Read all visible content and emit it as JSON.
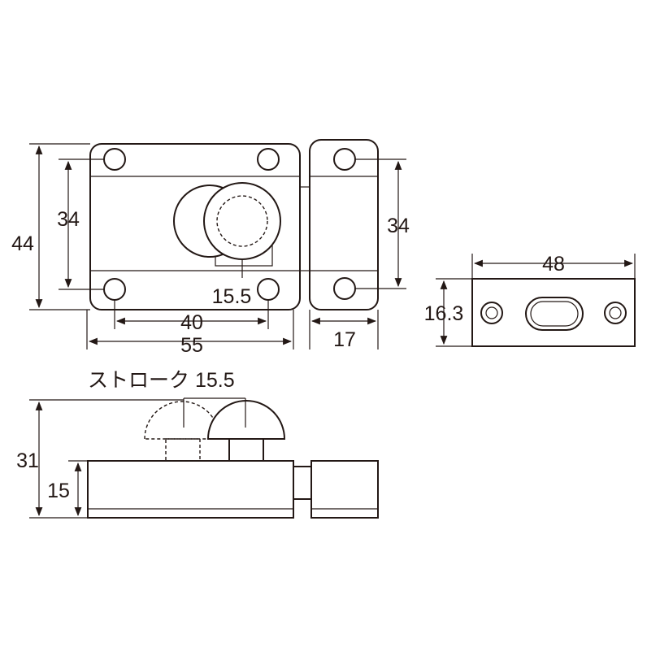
{
  "front_view": {
    "dims": {
      "height_overall": "44",
      "hole_pitch_vertical_left": "34",
      "bolt_offset": "15.5",
      "hole_pitch_horizontal": "40",
      "width_overall": "55"
    }
  },
  "strike_side": {
    "dims": {
      "hole_pitch_vertical": "34",
      "width": "17"
    }
  },
  "strike_plate": {
    "dims": {
      "length": "48",
      "height": "16.3"
    }
  },
  "side_view": {
    "stroke_label": "ストローク 15.5",
    "dims": {
      "height_overall": "31",
      "body_height": "15"
    }
  },
  "colors": {
    "line": "#231815",
    "background": "#ffffff"
  }
}
